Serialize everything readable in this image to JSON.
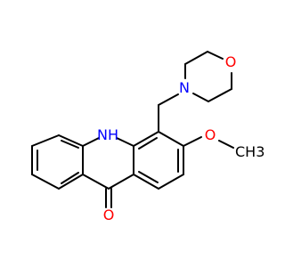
{
  "colors": {
    "bond": "#000000",
    "carbon": "#000000",
    "nitrogen": "#0000ff",
    "oxygen": "#ff0000",
    "background": "#ffffff"
  },
  "atoms": {
    "nh": {
      "text": "NH",
      "color": "#0000ff"
    },
    "o_morpholine": {
      "text": "O",
      "color": "#ff0000"
    },
    "n_morpholine": {
      "text": "N",
      "color": "#0000ff"
    },
    "o_methoxy": {
      "text": "O",
      "color": "#ff0000"
    },
    "ch3": {
      "text": "CH3",
      "color": "#000000"
    },
    "o_carbonyl": {
      "text": "O",
      "color": "#ff0000"
    }
  }
}
